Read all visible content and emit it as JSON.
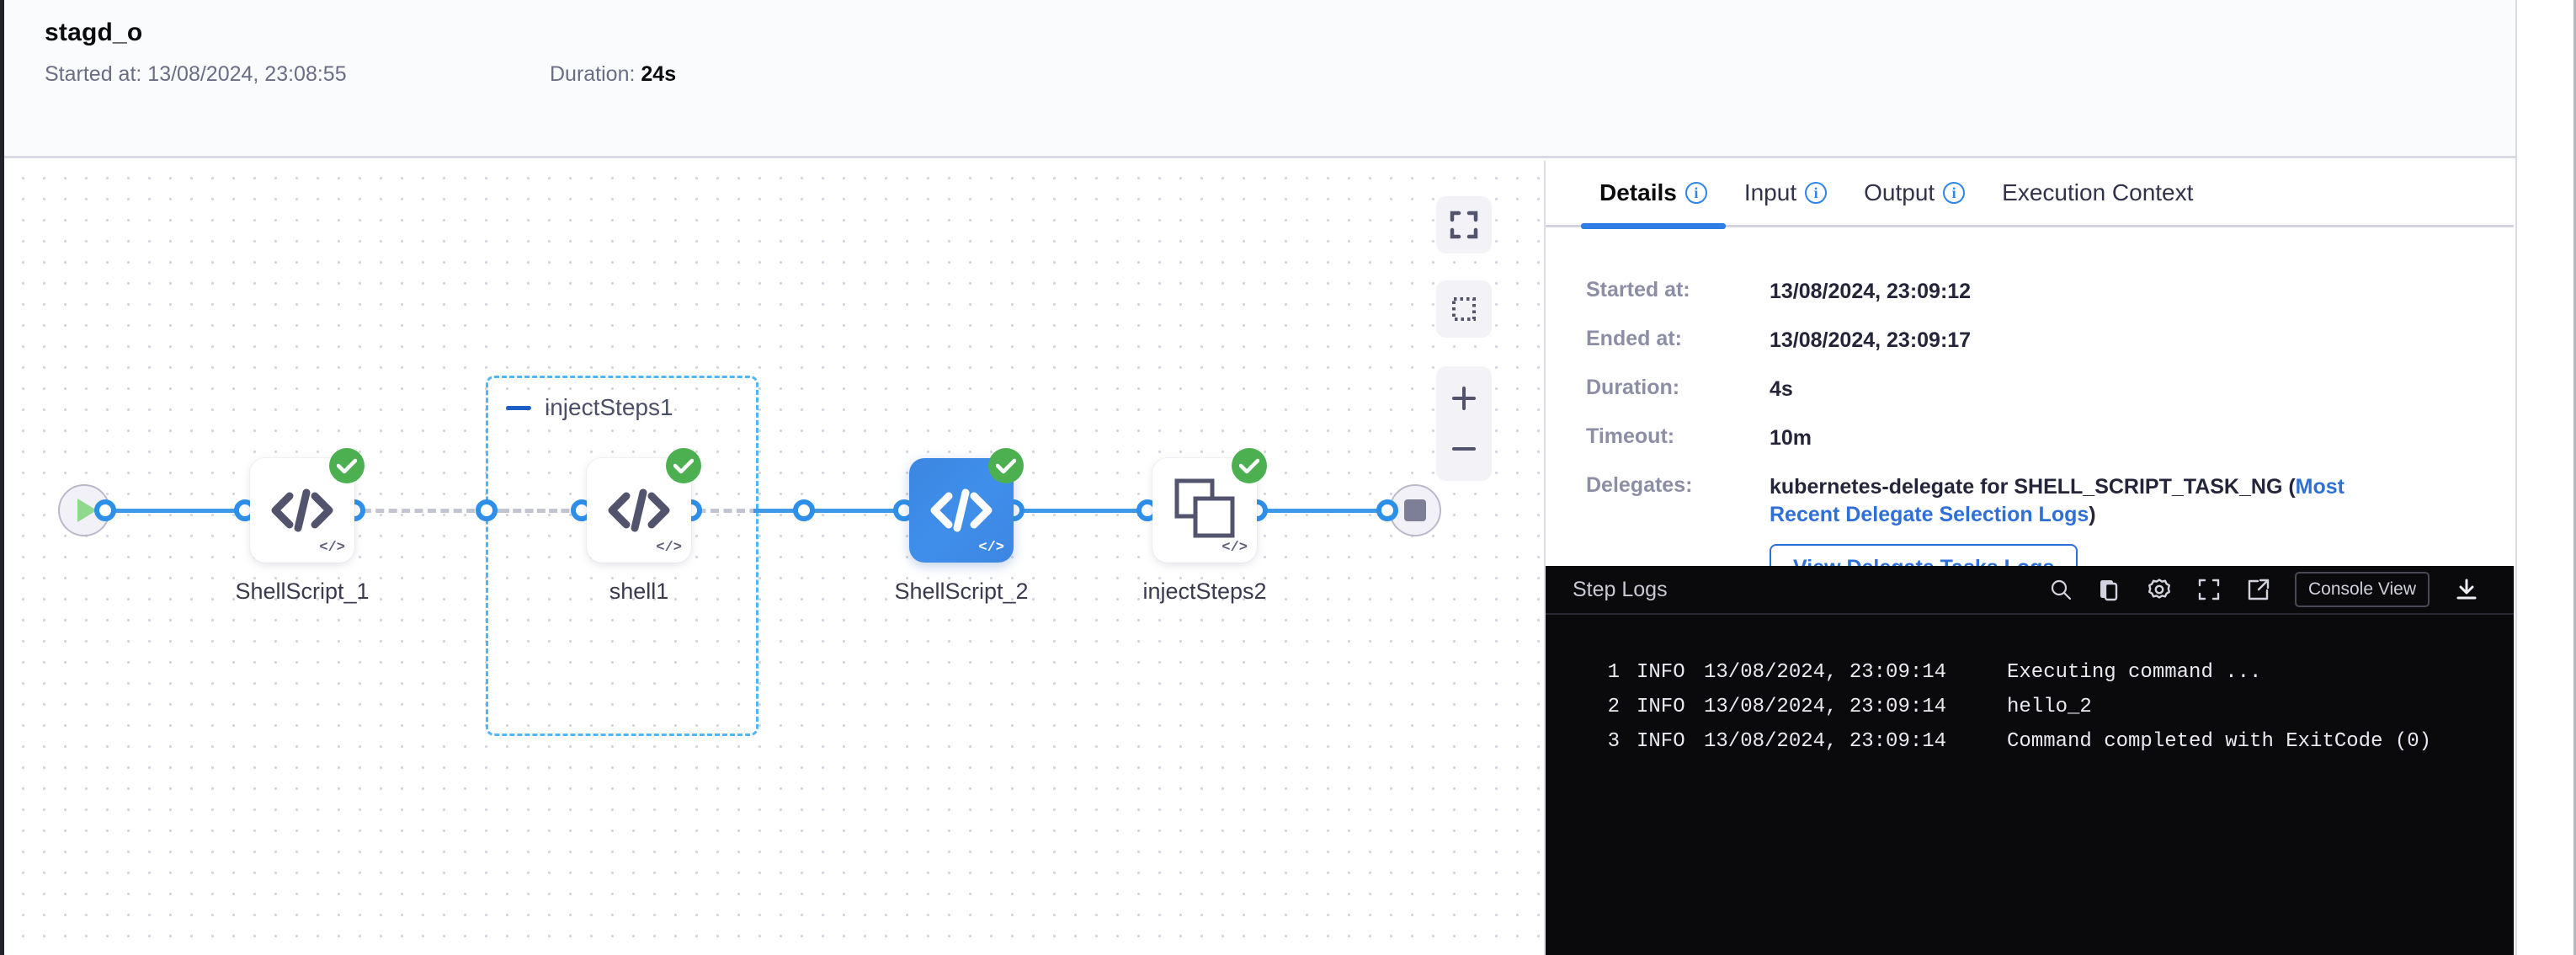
{
  "header": {
    "title": "stagd_o",
    "started_label": "Started at: 13/08/2024, 23:08:55",
    "duration_label": "Duration: ",
    "duration_value": "24s"
  },
  "graph": {
    "group": {
      "label": "injectSteps1",
      "collapse_icon": "minus-icon"
    },
    "start_node": {
      "name": "start-node",
      "icon": "play-icon"
    },
    "end_node": {
      "name": "end-node",
      "icon": "stop-icon"
    },
    "nodes": [
      {
        "label": "ShellScript_1",
        "icon": "code-icon",
        "status": "success",
        "selected": false
      },
      {
        "label": "shell1",
        "icon": "code-icon",
        "status": "success",
        "selected": false
      },
      {
        "label": "ShellScript_2",
        "icon": "code-icon",
        "status": "success",
        "selected": true
      },
      {
        "label": "injectSteps2",
        "icon": "group-squares-icon",
        "status": "success",
        "selected": false
      }
    ],
    "controls": [
      {
        "name": "fit-to-screen-button",
        "icon": "fit-screen-icon"
      },
      {
        "name": "marquee-select-button",
        "icon": "dashed-square-icon"
      },
      {
        "name": "zoom-in-button",
        "icon": "plus-icon"
      },
      {
        "name": "zoom-out-button",
        "icon": "minus-icon"
      }
    ]
  },
  "panel": {
    "tabs": [
      {
        "label": "Details",
        "info": true,
        "active": true
      },
      {
        "label": "Input",
        "info": true,
        "active": false
      },
      {
        "label": "Output",
        "info": true,
        "active": false
      },
      {
        "label": "Execution Context",
        "info": false,
        "active": false
      }
    ],
    "details": {
      "started_key": "Started at:",
      "started_value": "13/08/2024, 23:09:12",
      "ended_key": "Ended at:",
      "ended_value": "13/08/2024, 23:09:17",
      "duration_key": "Duration:",
      "duration_value": "4s",
      "timeout_key": "Timeout:",
      "timeout_value": "10m",
      "delegates_key": "Delegates:",
      "delegates_text": "kubernetes-delegate for SHELL_SCRIPT_TASK_NG (",
      "delegates_link": "Most Recent Delegate Selection Logs",
      "delegates_suffix": ")",
      "delegate_button": "View Delegate Tasks Logs"
    }
  },
  "logs": {
    "title": "Step Logs",
    "console_view_label": "Console View",
    "icons": [
      "search-icon",
      "copy-icon",
      "gear-icon",
      "expand-icon",
      "external-link-icon",
      "download-icon"
    ],
    "lines": [
      {
        "num": "1",
        "level": "INFO",
        "timestamp": "13/08/2024, 23:09:14",
        "message": "Executing command ..."
      },
      {
        "num": "2",
        "level": "INFO",
        "timestamp": "13/08/2024, 23:09:14",
        "message": "hello_2"
      },
      {
        "num": "3",
        "level": "INFO",
        "timestamp": "13/08/2024, 23:09:14",
        "message": "Command completed with ExitCode (0)"
      }
    ]
  },
  "colors": {
    "accent_blue": "#2e7ee6",
    "edge_blue": "#3d9ae8",
    "success_green": "#4caf50",
    "selected_node": "#3f8fea",
    "link_blue": "#2f6fd8",
    "log_bg": "#0a0a0c"
  }
}
